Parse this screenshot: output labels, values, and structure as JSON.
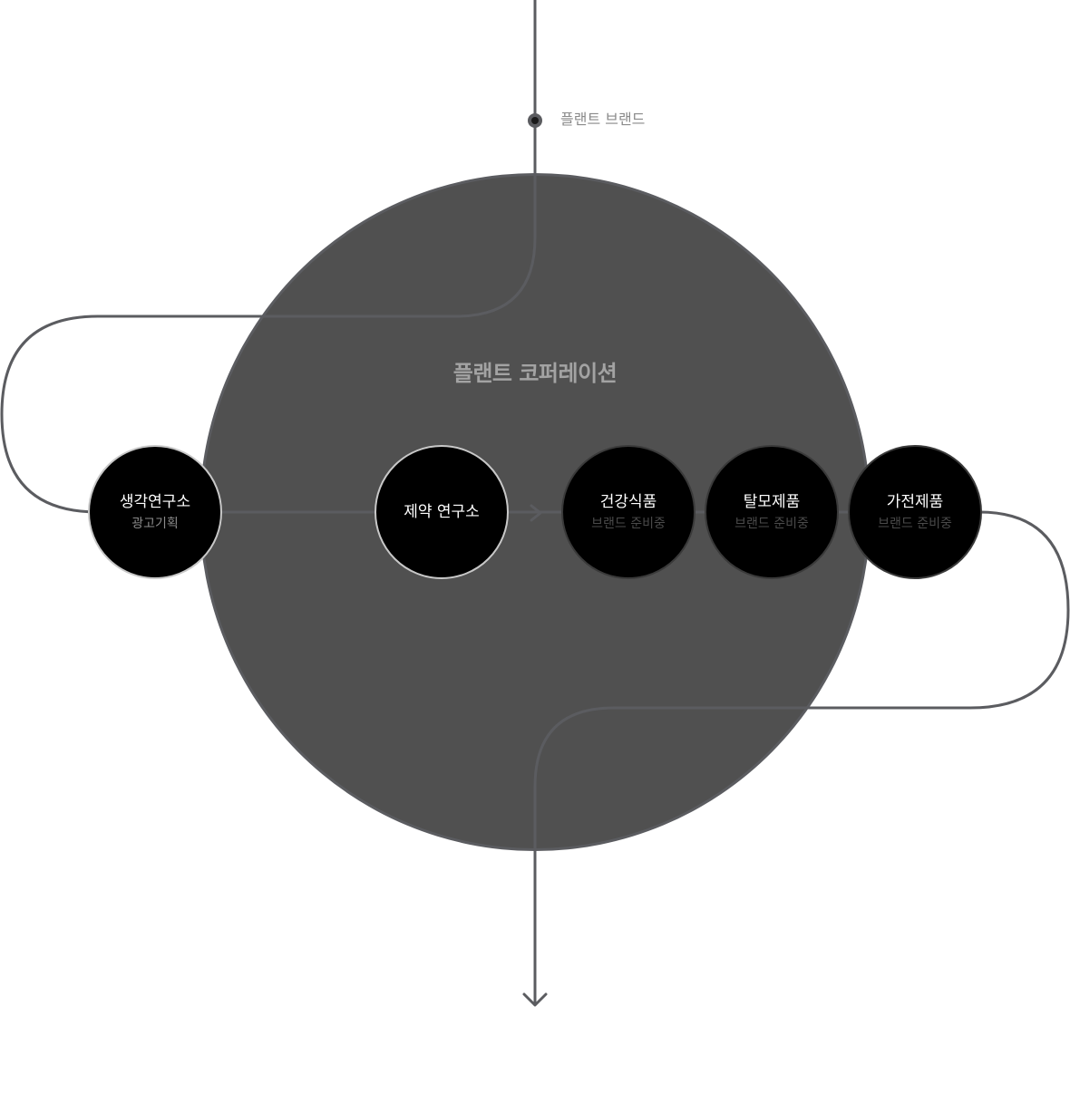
{
  "diagram": {
    "top_label": "플랜트 브랜드",
    "corp_title": "플랜트 코퍼레이션",
    "nodes": [
      {
        "title": "생각연구소",
        "subtitle": "광고기획"
      },
      {
        "title": "제약 연구소",
        "subtitle": ""
      },
      {
        "title": "건강식품",
        "subtitle": "브랜드 준비중"
      },
      {
        "title": "탈모제품",
        "subtitle": "브랜드 준비중"
      },
      {
        "title": "가전제품",
        "subtitle": "브랜드 준비중"
      }
    ]
  },
  "colors": {
    "background": "#ffffff",
    "big_circle": "#505050",
    "line": "#5b5c60",
    "node": "#000000",
    "node_text": "#ffffff",
    "label_text": "#8a8a8a"
  },
  "icons": {
    "flow_arrow": "chevron-right-icon",
    "end_arrow": "chevron-down-icon",
    "start_dot": "dot-icon"
  }
}
